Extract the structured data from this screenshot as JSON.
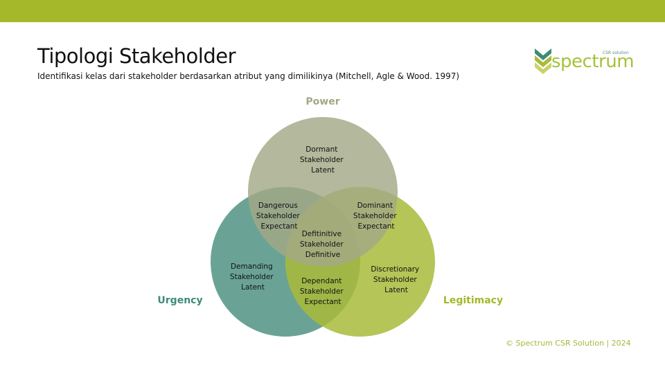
{
  "header": {
    "title": "Tipologi Stakeholder",
    "subtitle": "Identifikasi kelas dari stakeholder berdasarkan atribut yang dimilikinya (Mitchell, Agle & Wood. 1997)"
  },
  "logo": {
    "wordmark": "spectrum",
    "tagline": "CSR solution"
  },
  "diagram": {
    "labels": {
      "power": "Power",
      "urgency": "Urgency",
      "legitimacy": "Legitimacy"
    },
    "regions": {
      "dormant": [
        "Dormant",
        "Stakeholder",
        "Latent"
      ],
      "dangerous": [
        "Dangerous",
        "Stakeholder",
        "Expectant"
      ],
      "dominant": [
        "Dominant",
        "Stakeholder",
        "Expectant"
      ],
      "definitive": [
        "Defitinitive",
        "Stakeholder",
        "Definitive"
      ],
      "demanding": [
        "Demanding",
        "Stakeholder",
        "Latent"
      ],
      "dependant": [
        "Dependant",
        "Stakeholder",
        "Expectant"
      ],
      "discretionary": [
        "Discretionary",
        "Stakeholder",
        "Latent"
      ]
    }
  },
  "colors": {
    "bar": "#a5b829",
    "power": "#a3a886",
    "urgency": "#5d9b8c",
    "legitimacy": "#a9bb3a"
  },
  "footer": {
    "text": "© Spectrum CSR Solution | 2024"
  }
}
